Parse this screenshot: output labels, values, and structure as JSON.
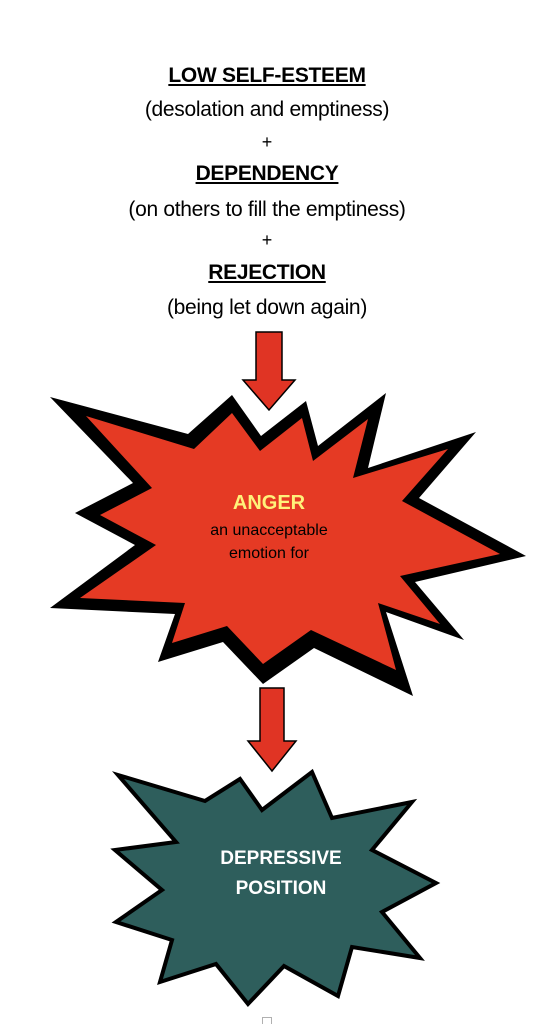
{
  "factors": [
    {
      "heading": "LOW SELF-ESTEEM",
      "detail": "(desolation and emptiness)"
    },
    {
      "heading": "DEPENDENCY",
      "detail": "(on others to fill the emptiness)"
    },
    {
      "heading": "REJECTION",
      "detail": "(being let down again)"
    }
  ],
  "connector": "+",
  "anger": {
    "title": "ANGER",
    "line1": "an unacceptable",
    "line2": "emotion for"
  },
  "outcome": {
    "line1": "DEPRESSIVE",
    "line2": "POSITION"
  },
  "colors": {
    "arrow": "#e03424",
    "anger_burst": "#e53a24",
    "anger_title": "#fff27a",
    "outcome_burst": "#2e5e5c",
    "outline": "#000000"
  },
  "icons": {
    "arrow": "down-arrow-icon",
    "anger_burst": "explosion-burst-icon",
    "outcome_burst": "explosion-burst-icon"
  }
}
